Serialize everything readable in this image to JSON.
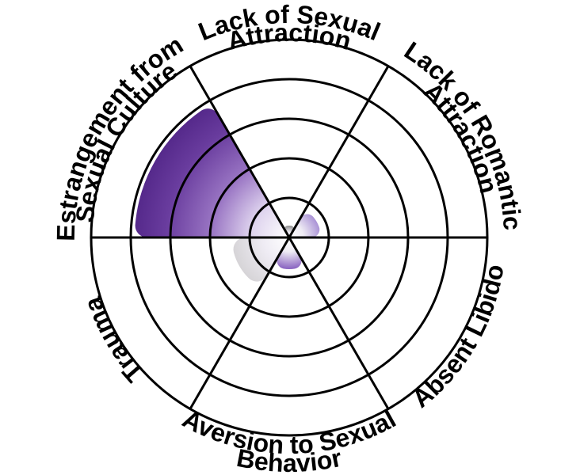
{
  "background": "#ffffff",
  "chart_data": {
    "type": "polar_area",
    "title": "",
    "grid": {
      "rings": 5,
      "r_max": 5,
      "sectors": 6,
      "grid_color": "#000000",
      "line_width": 3
    },
    "axes": [
      {
        "label": "Lack of Sexual Attraction",
        "lines": [
          "Lack of Sexual",
          "Attraction"
        ],
        "value": 0.3,
        "mid_angle_deg": 90,
        "label_flipped": false,
        "fill_center": "#ffffff",
        "fill_edge": "#8d8d8d"
      },
      {
        "label": "Lack of Romantic Attraction",
        "lines": [
          "Lack of Romantic",
          "Attraction"
        ],
        "value": 0.8,
        "mid_angle_deg": 30,
        "label_flipped": false,
        "fill_center": "#ffffff",
        "fill_edge": "#aa93d6"
      },
      {
        "label": "Absent Libido",
        "lines": [
          "Absent Libido"
        ],
        "value": 0,
        "mid_angle_deg": 330,
        "label_flipped": true,
        "fill_center": "#ffffff",
        "fill_edge": "#aa93d6"
      },
      {
        "label": "Aversion to Sexual Behavior",
        "lines": [
          "Aversion to Sexual",
          "Behavior"
        ],
        "value": 0.8,
        "mid_angle_deg": 270,
        "label_flipped": true,
        "fill_center": "#ffffff",
        "fill_edge": "#8862c0"
      },
      {
        "label": "Trauma",
        "lines": [
          "Trauma"
        ],
        "value": 1.45,
        "mid_angle_deg": 210,
        "label_flipped": false,
        "fill_center": "#ffffff",
        "fill_edge": "#d6d4d7"
      },
      {
        "label": "Estrangement from Sexual Culture",
        "lines": [
          "Estrangement from",
          "Sexual Culture"
        ],
        "value": 3.9,
        "mid_angle_deg": 150,
        "label_flipped": false,
        "fill_center": "#ffffff",
        "fill_edge": "#55298b",
        "fill_mid": "#9a76c4"
      }
    ]
  }
}
